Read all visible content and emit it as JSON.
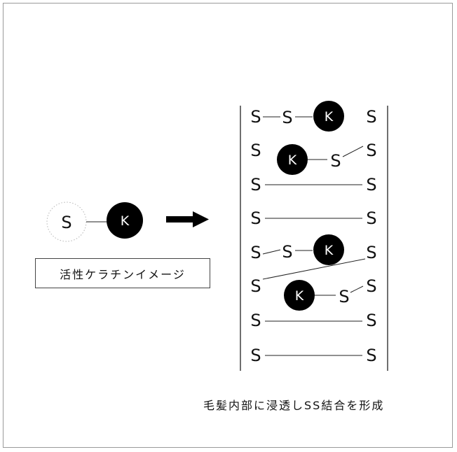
{
  "legend": {
    "label": "活性ケラチンイメージ"
  },
  "caption": {
    "text": "毛髪内部に浸透しSS結合を形成"
  },
  "molecule": {
    "s": "S",
    "k": "K"
  },
  "colors": {
    "ink": "#111111",
    "k_fill": "#000000",
    "frame": "#9a9a9a",
    "arrow": "#000000"
  },
  "icons": {
    "arrow": "arrow-right-icon"
  },
  "ladder": {
    "left_letter": "S",
    "right_letter": "S",
    "k_letter": "K",
    "rows": [
      {
        "left": "S",
        "right": "S",
        "type": "chain_with_middle_s"
      },
      {
        "left": "S",
        "right": "S",
        "type": "k_to_s_to_right"
      },
      {
        "left": "S",
        "right": "S",
        "type": "straight_bond"
      },
      {
        "left": "S",
        "right": "S",
        "type": "straight_bond"
      },
      {
        "left": "S",
        "right": "S",
        "type": "chain_with_middle_s"
      },
      {
        "left": "S",
        "right": "S",
        "type": "k_to_s_to_right"
      },
      {
        "left": "S",
        "right": "S",
        "type": "straight_bond"
      },
      {
        "left": "S",
        "right": "S",
        "type": "straight_bond"
      }
    ],
    "cross_link": "row5_right_to_row6_left"
  }
}
